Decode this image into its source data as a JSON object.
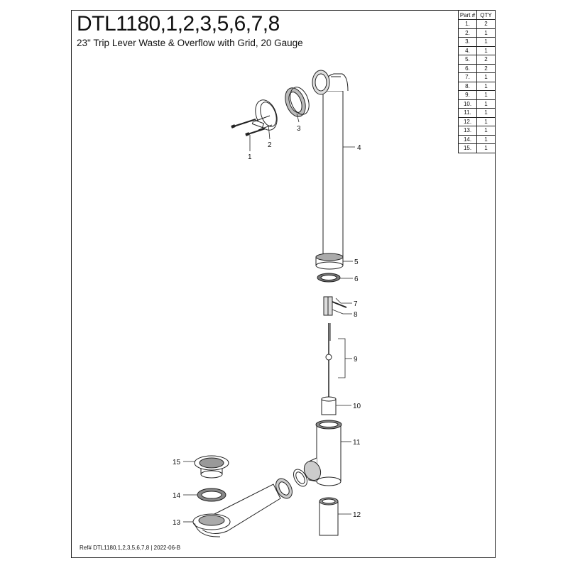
{
  "header": {
    "title": "DTL1180,1,2,3,5,6,7,8",
    "subtitle": "23\" Trip Lever Waste & Overflow with Grid, 20 Gauge"
  },
  "parts_table": {
    "headers": [
      "Part #",
      "QTY"
    ],
    "rows": [
      [
        "1.",
        "2"
      ],
      [
        "2.",
        "1"
      ],
      [
        "3.",
        "1"
      ],
      [
        "4.",
        "1"
      ],
      [
        "5.",
        "2"
      ],
      [
        "6.",
        "2"
      ],
      [
        "7.",
        "1"
      ],
      [
        "8.",
        "1"
      ],
      [
        "9.",
        "1"
      ],
      [
        "10.",
        "1"
      ],
      [
        "11.",
        "1"
      ],
      [
        "12.",
        "1"
      ],
      [
        "13.",
        "1"
      ],
      [
        "14.",
        "1"
      ],
      [
        "15.",
        "1"
      ]
    ]
  },
  "callouts": [
    "1",
    "2",
    "3",
    "4",
    "5",
    "6",
    "7",
    "8",
    "9",
    "10",
    "11",
    "12",
    "13",
    "14",
    "15"
  ],
  "footer": {
    "ref": "Ref# DTL1180,1,2,3,5,6,7,8 | 2022-06-B"
  }
}
